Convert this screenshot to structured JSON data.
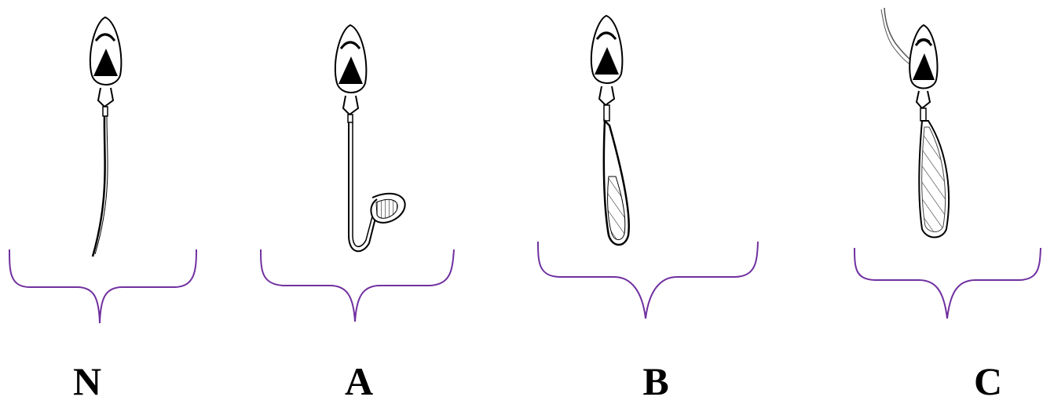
{
  "labels": {
    "n": "N",
    "a": "A",
    "b": "B",
    "c": "C"
  },
  "colors": {
    "bracket": "#7030a0",
    "ink": "#000000",
    "paper": "#ffffff",
    "hatch": "#333333"
  }
}
